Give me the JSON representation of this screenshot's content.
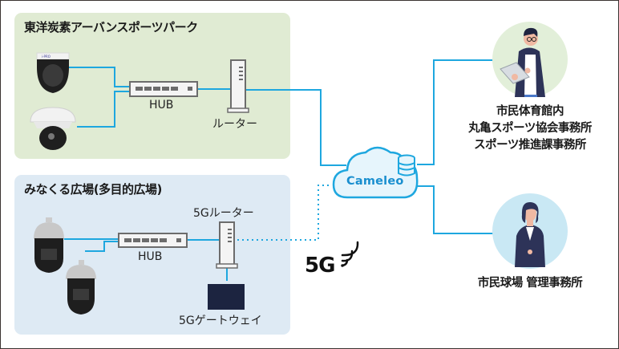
{
  "diagram": {
    "sites": [
      {
        "title": "東洋炭素アーバンスポーツパーク",
        "hub_label": "HUB",
        "router_label": "ルーター",
        "cameras": [
          "dome-ptz-camera",
          "dome-camera"
        ]
      },
      {
        "title": "みなくる広場(多目的広場)",
        "hub_label": "HUB",
        "router_label": "5Gルーター",
        "gateway_label": "5Gゲートウェイ",
        "cameras": [
          "ptz-camera",
          "ptz-camera"
        ]
      }
    ],
    "cloud": {
      "label": "Cameleo"
    },
    "network_badge": {
      "label": "5G",
      "icon": "signal-waves-icon"
    },
    "destinations": [
      {
        "lines": [
          "市民体育館内",
          "丸亀スポーツ協会事務所",
          "スポーツ推進課事務所"
        ],
        "avatar": "man-with-tablet"
      },
      {
        "lines": [
          "市民球場 管理事務所"
        ],
        "avatar": "woman-office-worker"
      }
    ],
    "colors": {
      "link": "#1ea7df",
      "panel_green": "#e0ebd3",
      "panel_blue": "#deeaf4",
      "gateway": "#1c2440",
      "avatar_green": "#e2efd9",
      "avatar_blue": "#c9e8f4",
      "cloud_fill": "#e6f5fc"
    }
  }
}
